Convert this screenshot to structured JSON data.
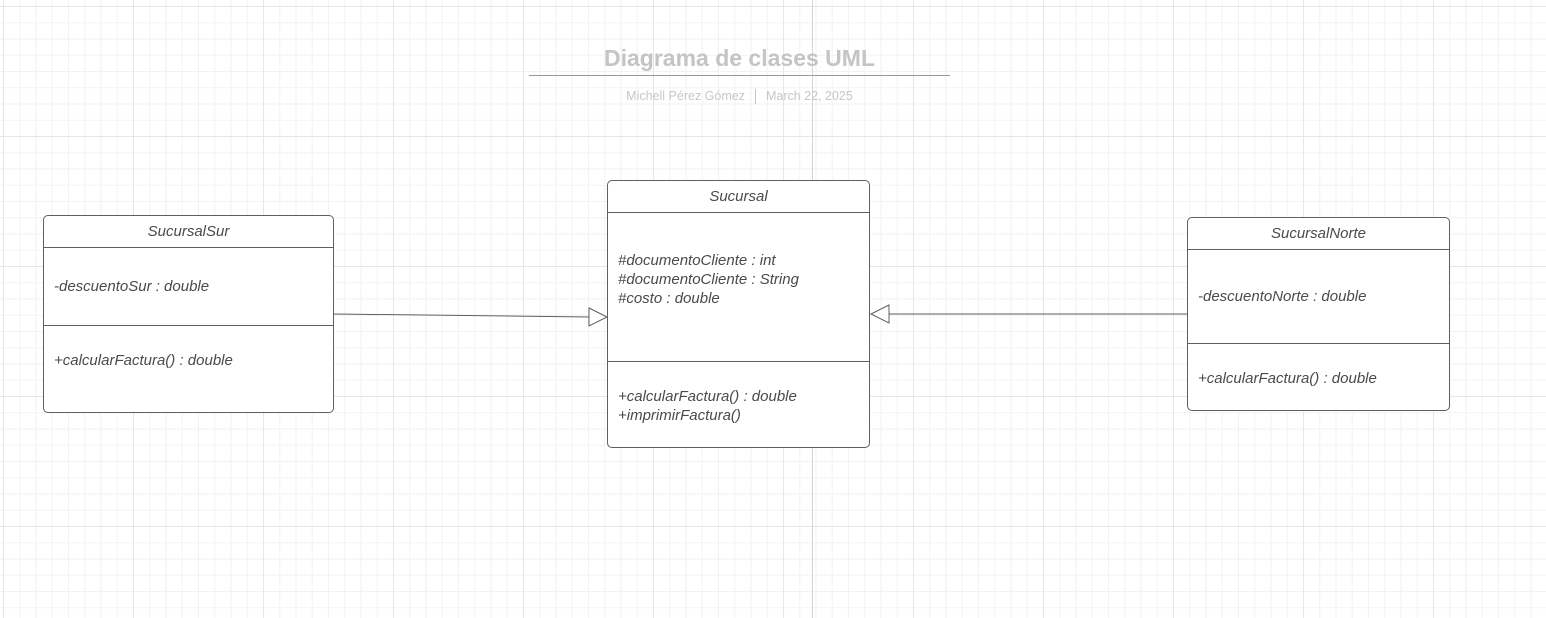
{
  "diagram": {
    "title": "Diagrama de clases UML",
    "author": "Michell Pérez Gómez",
    "date": "March 22, 2025"
  },
  "classes": {
    "sucursal": {
      "name": "Sucursal",
      "attributes": [
        "#documentoCliente : int",
        "#documentoCliente : String",
        "#costo : double"
      ],
      "methods": [
        "+calcularFactura() : double",
        "+imprimirFactura()"
      ]
    },
    "sucursal_sur": {
      "name": "SucursalSur",
      "attributes": [
        "-descuentoSur : double"
      ],
      "methods": [
        "+calcularFactura() : double"
      ]
    },
    "sucursal_norte": {
      "name": "SucursalNorte",
      "attributes": [
        "-descuentoNorte : double"
      ],
      "methods": [
        "+calcularFactura() : double"
      ]
    }
  },
  "relations": [
    {
      "type": "generalization",
      "from": "SucursalSur",
      "to": "Sucursal"
    },
    {
      "type": "generalization",
      "from": "SucursalNorte",
      "to": "Sucursal"
    }
  ],
  "colors": {
    "stroke": "#5f5f5f",
    "text": "#4a4a4a",
    "title": "#c4c4c4",
    "grid": "#e6e6e6"
  }
}
